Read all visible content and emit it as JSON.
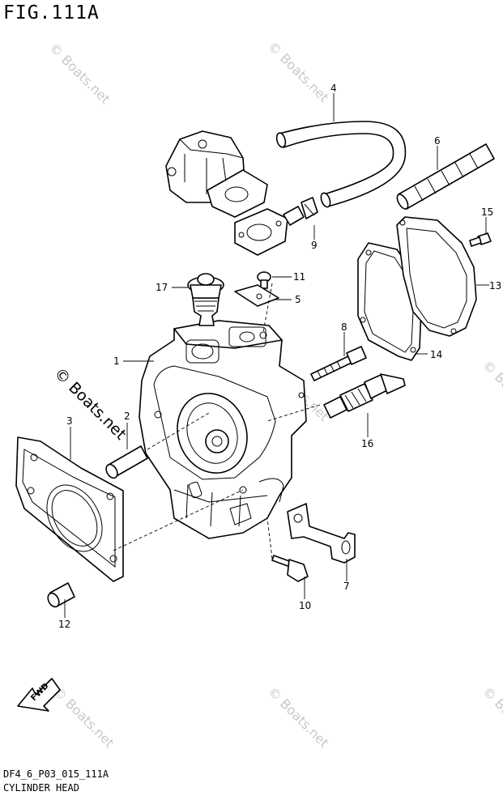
{
  "figure": {
    "title": "FIG.111A",
    "code": "DF4_6_P03_015_111A",
    "name": "CYLINDER HEAD"
  },
  "callouts": [
    {
      "id": "c1",
      "number": "1"
    },
    {
      "id": "c2",
      "number": "2"
    },
    {
      "id": "c3",
      "number": "3"
    },
    {
      "id": "c4",
      "number": "4"
    },
    {
      "id": "c5",
      "number": "5"
    },
    {
      "id": "c6",
      "number": "6"
    },
    {
      "id": "c7",
      "number": "7"
    },
    {
      "id": "c8",
      "number": "8"
    },
    {
      "id": "c9",
      "number": "9"
    },
    {
      "id": "c10",
      "number": "10"
    },
    {
      "id": "c11",
      "number": "11"
    },
    {
      "id": "c12",
      "number": "12"
    },
    {
      "id": "c13",
      "number": "13"
    },
    {
      "id": "c14",
      "number": "14"
    },
    {
      "id": "c15",
      "number": "15"
    },
    {
      "id": "c16",
      "number": "16"
    },
    {
      "id": "c17",
      "number": "17"
    }
  ],
  "fwd_arrow": {
    "label": "FWD"
  },
  "watermark": {
    "text": "© Boats.net"
  },
  "colors": {
    "line": "#000000",
    "background": "#ffffff",
    "watermark": "#c8c8c8"
  }
}
